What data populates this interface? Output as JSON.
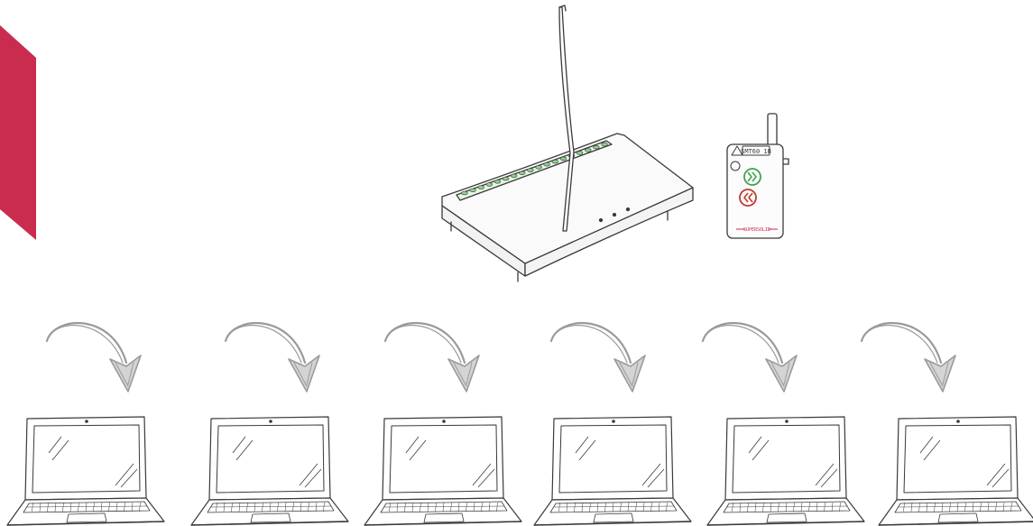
{
  "colors": {
    "accent": "#c92c4f",
    "ink": "#3a3a3a",
    "arrow": "#9a9a9a",
    "led": "#8fd18b",
    "remote_green": "#3fa34d",
    "remote_red": "#c0392b"
  },
  "router": {
    "icon": "wifi-router-icon",
    "led_count": 18
  },
  "remote": {
    "icon": "remote-clicker-icon",
    "display_text": "SMT60 1B",
    "brand_text": "SUPERSOLID",
    "next_icon": "double-chevron-right-icon",
    "prev_icon": "double-chevron-left-icon"
  },
  "clients": [
    {
      "icon": "laptop-icon"
    },
    {
      "icon": "laptop-icon"
    },
    {
      "icon": "laptop-icon"
    },
    {
      "icon": "laptop-icon"
    },
    {
      "icon": "laptop-icon"
    },
    {
      "icon": "laptop-icon"
    }
  ],
  "arrows": [
    {
      "icon": "curved-arrow-down-icon"
    },
    {
      "icon": "curved-arrow-down-icon"
    },
    {
      "icon": "curved-arrow-down-icon"
    },
    {
      "icon": "curved-arrow-down-icon"
    },
    {
      "icon": "curved-arrow-down-icon"
    },
    {
      "icon": "curved-arrow-down-icon"
    }
  ]
}
